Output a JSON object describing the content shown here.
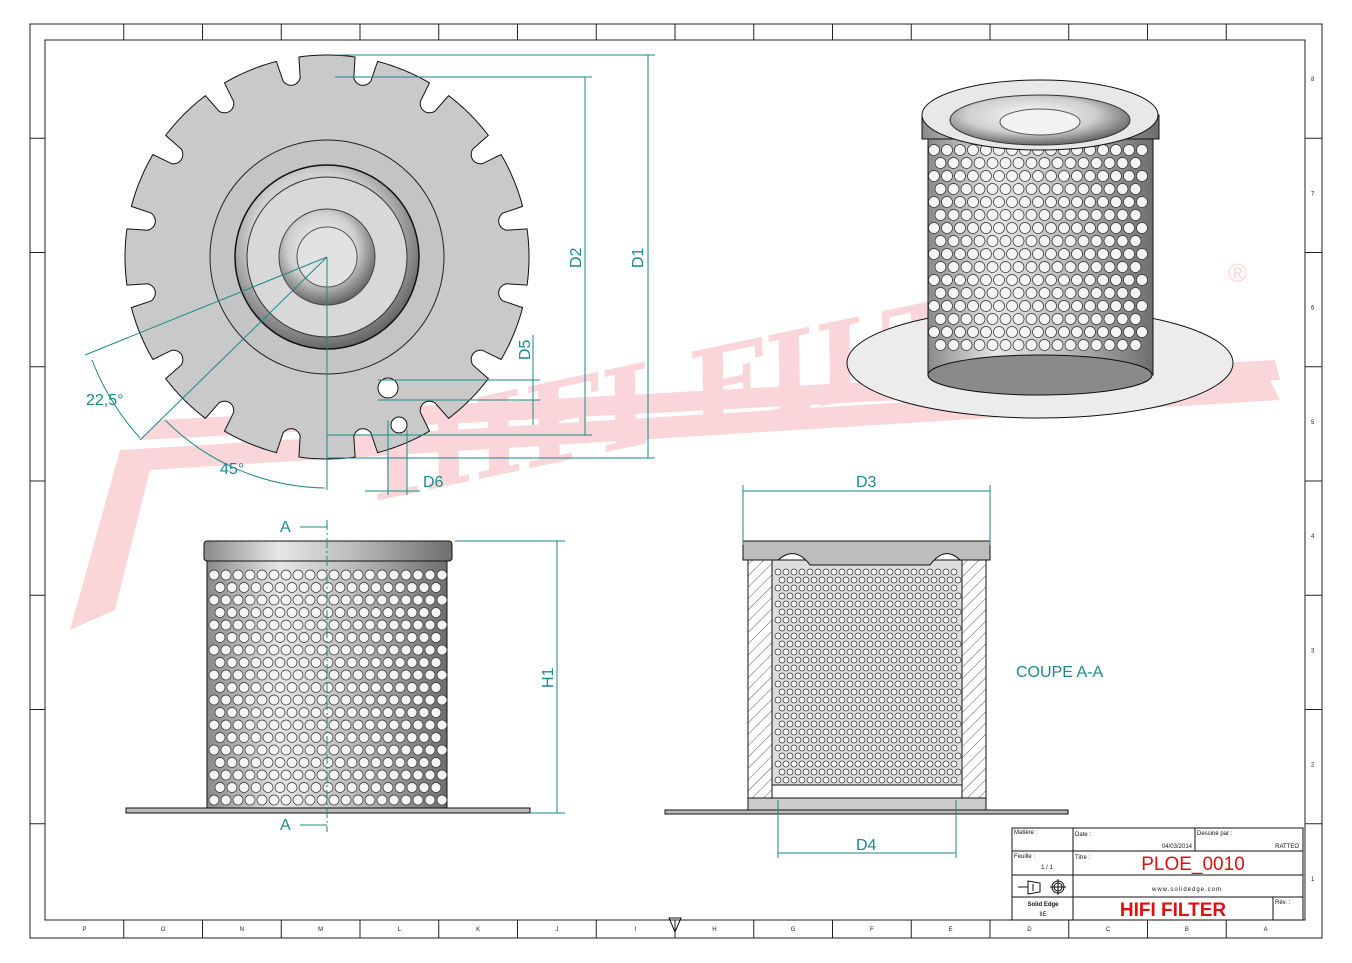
{
  "sheet": {
    "columns_bottom": [
      "P",
      "O",
      "N",
      "M",
      "L",
      "K",
      "J",
      "I",
      "H",
      "G",
      "F",
      "E",
      "D",
      "C",
      "B",
      "A"
    ],
    "rows_right": [
      "8",
      "7",
      "6",
      "5",
      "4",
      "3",
      "2",
      "1"
    ]
  },
  "watermark": {
    "text": "HIFI FILTER",
    "mark": "®",
    "color": "#f28a93"
  },
  "dimensions": {
    "d1": "D1",
    "d2": "D2",
    "d3": "D3",
    "d4": "D4",
    "d5": "D5",
    "d6": "D6",
    "h1": "H1",
    "angle_small": "22,5°",
    "angle_large": "45°",
    "section_mark_top": "A",
    "section_mark_bottom": "A",
    "section_label": "COUPE A-A"
  },
  "title_block": {
    "material_label": "Matière :",
    "date_label": "Date :",
    "date_value": "04/03/2014",
    "drawn_by_label": "Dessiné par :",
    "drawn_by_value": "RATTEO",
    "sheet_label": "Feuille :",
    "sheet_value": "1 / 1",
    "title_label": "Titre :",
    "title_value": "PLOE_0010",
    "website": "www.solidedge.com",
    "software": "Solid Edge",
    "software_sub": "IIE",
    "company": "HIFI FILTER",
    "rev_label": "Rév. :"
  },
  "colors": {
    "dimension": "#1a8a8a",
    "title_red": "#e01010",
    "part_fill": "#c8c8c8"
  }
}
